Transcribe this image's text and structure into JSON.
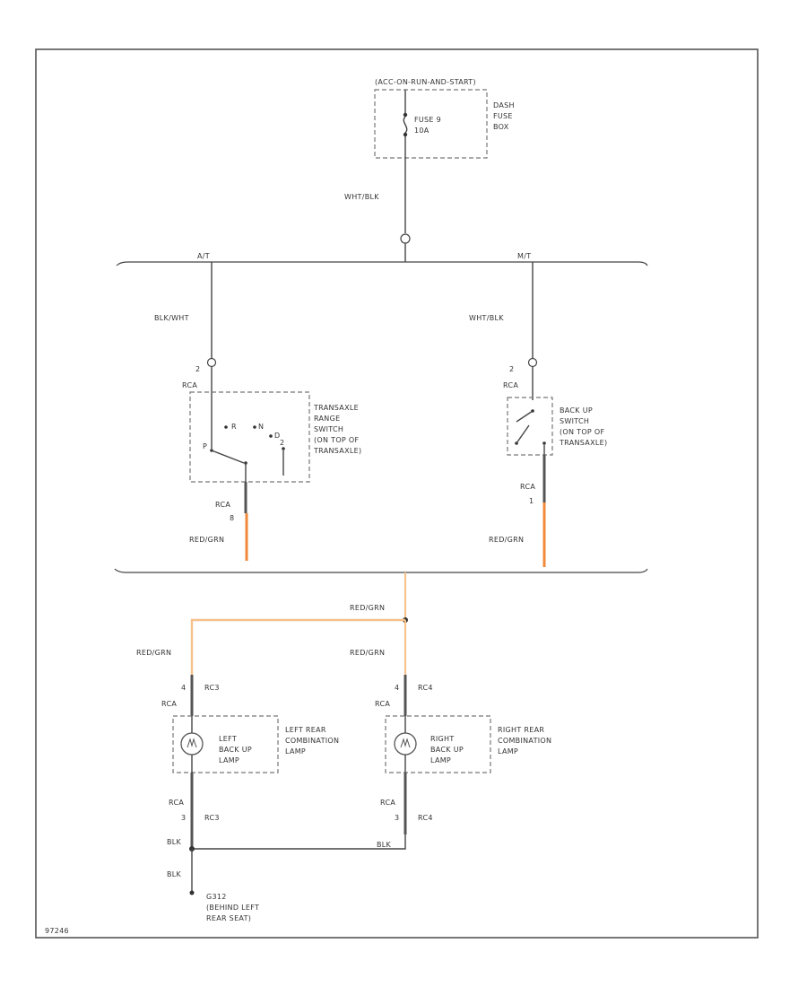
{
  "colors": {
    "red_grn": "#f08a3a",
    "red_grn_light": "#f5c08a",
    "wire": "#444444"
  },
  "fuse_box": {
    "header": "(ACC-ON-RUN-AND-START)",
    "fuse_name": "FUSE 9",
    "fuse_rating": "10A",
    "box_label": [
      "DASH",
      "FUSE",
      "BOX"
    ]
  },
  "wires": {
    "fuse_out": "WHT/BLK",
    "at_branch": "A/T",
    "mt_branch": "M/T",
    "at_in": "BLK/WHT",
    "mt_in": "WHT/BLK",
    "at_out": "RED/GRN",
    "mt_out": "RED/GRN",
    "junction": "RED/GRN",
    "left_lamp_in": "RED/GRN",
    "right_lamp_in": "RED/GRN",
    "ground_mid": "BLK",
    "ground_left": "BLK",
    "ground_left2": "BLK"
  },
  "transaxle_switch": {
    "pin_top": "2",
    "conn_top": "RCA",
    "label": [
      "TRANSAXLE",
      "RANGE",
      "SWITCH",
      "(ON TOP OF",
      "TRANSAXLE)"
    ],
    "pos_r": "R",
    "pos_n": "N",
    "pos_d": "D",
    "pos_p": "P",
    "pos_2": "2",
    "conn_bottom": "RCA",
    "pin_bottom": "8"
  },
  "backup_switch": {
    "pin_top": "2",
    "conn_top": "RCA",
    "label": [
      "BACK UP",
      "SWITCH",
      "(ON TOP OF",
      "TRANSAXLE)"
    ],
    "conn_bottom": "RCA",
    "pin_bottom": "1"
  },
  "left_lamp": {
    "pin_top": "4",
    "conn_top": "RCA",
    "conn_id_top": "RC3",
    "lamp_label": [
      "LEFT",
      "BACK UP",
      "LAMP"
    ],
    "assembly_label": [
      "LEFT REAR",
      "COMBINATION",
      "LAMP"
    ],
    "conn_bottom": "RCA",
    "pin_bottom": "3",
    "conn_id_bottom": "RC3"
  },
  "right_lamp": {
    "pin_top": "4",
    "conn_top": "RCA",
    "conn_id_top": "RC4",
    "lamp_label": [
      "RIGHT",
      "BACK UP",
      "LAMP"
    ],
    "assembly_label": [
      "RIGHT REAR",
      "COMBINATION",
      "LAMP"
    ],
    "conn_bottom": "RCA",
    "pin_bottom": "3",
    "conn_id_bottom": "RC4"
  },
  "ground": {
    "id": "G312",
    "label": [
      "(BEHIND LEFT",
      "REAR SEAT)"
    ]
  },
  "figure_id": "97246"
}
